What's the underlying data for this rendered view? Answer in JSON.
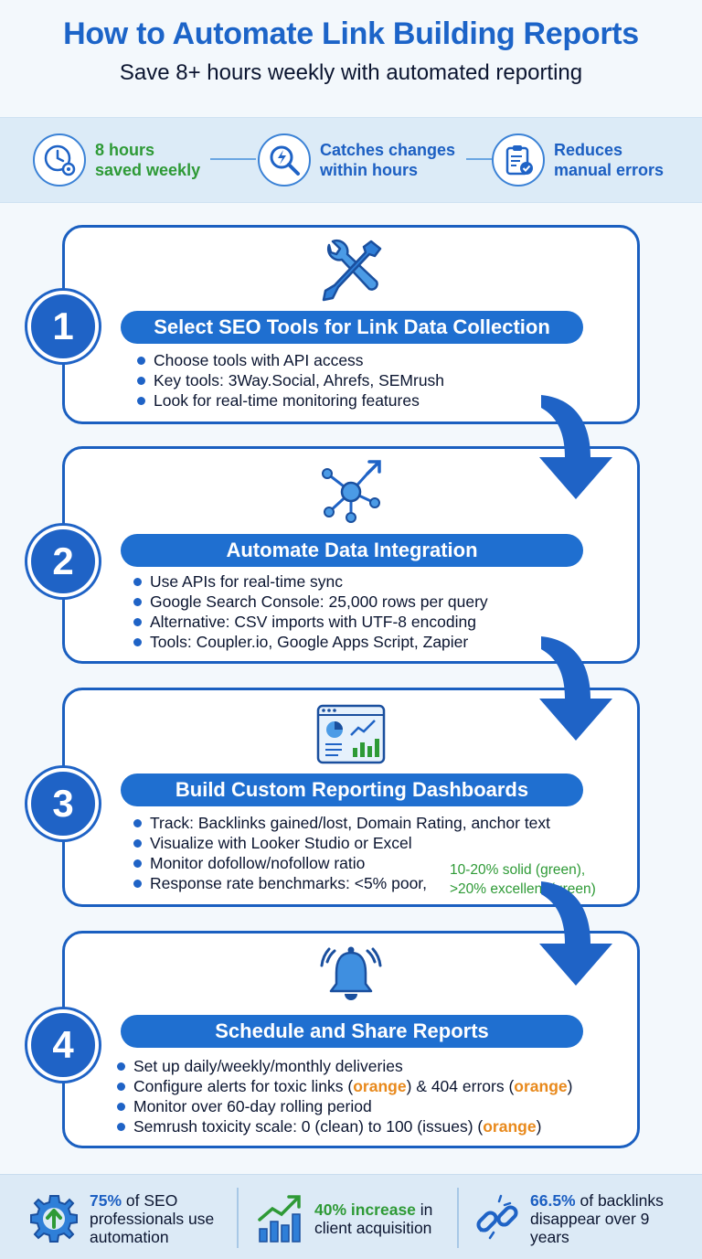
{
  "header": {
    "title": "How to Automate Link Building Reports",
    "subtitle": "Save 8+ hours weekly with automated reporting"
  },
  "benefits": [
    {
      "icon": "clock-gear-icon",
      "line1": "8 hours",
      "line2": "saved weekly",
      "color": "#2e9a36"
    },
    {
      "icon": "magnify-lightning-icon",
      "line1": "Catches changes",
      "line2": "within hours",
      "color": "#1c5fc2"
    },
    {
      "icon": "clipboard-check-icon",
      "line1": "Reduces",
      "line2": "manual errors",
      "color": "#1c5fc2"
    }
  ],
  "steps": [
    {
      "number": "1",
      "icon": "wrench-screwdriver-icon",
      "title": "Select SEO Tools for Link Data Collection",
      "bullets": [
        "Choose tools with API access",
        "Key tools: 3Way.Social, Ahrefs, SEMrush",
        "Look for real-time monitoring features"
      ]
    },
    {
      "number": "2",
      "icon": "network-arrow-icon",
      "title": "Automate Data Integration",
      "bullets": [
        "Use APIs for real-time sync",
        "Google Search Console: 25,000 rows per query",
        "Alternative: CSV imports with UTF-8 encoding",
        "Tools: Coupler.io, Google Apps Script, Zapier"
      ]
    },
    {
      "number": "3",
      "icon": "dashboard-chart-icon",
      "title": "Build Custom Reporting Dashboards",
      "bullets": [
        "Track: Backlinks gained/lost, Domain Rating, anchor text",
        "Visualize with Looker Studio or Excel",
        "Monitor dofollow/nofollow ratio",
        "Response rate benchmarks: <5% poor,"
      ],
      "note_line1": "10-20% solid (green),",
      "note_line2": ">20% excellent (green)"
    },
    {
      "number": "4",
      "icon": "bell-icon",
      "title": "Schedule and Share Reports",
      "b1": "Set up daily/weekly/monthly deliveries",
      "b2_pre": "Configure alerts for toxic links (",
      "b2_o1": "orange",
      "b2_mid": ") & 404 errors (",
      "b2_o2": "orange",
      "b2_post": ")",
      "b3": "Monitor over 60-day rolling period",
      "b4_pre": "Semrush toxicity scale: 0 (clean) to 100 (issues) (",
      "b4_o": "orange",
      "b4_post": ")"
    }
  ],
  "stats": [
    {
      "icon": "gear-up-arrow-icon",
      "highlight": "75%",
      "rest1": " of SEO",
      "line2": "professionals use",
      "line3": "automation"
    },
    {
      "icon": "growth-chart-icon",
      "highlight": "40% increase",
      "rest1": " in",
      "line2": "client acquisition"
    },
    {
      "icon": "broken-link-icon",
      "highlight": "66.5%",
      "rest1": " of backlinks",
      "line2": "disappear over 9",
      "line3": "years"
    }
  ],
  "colors": {
    "primary": "#1f63c6",
    "green": "#2e9a36",
    "orange": "#e8891c"
  }
}
